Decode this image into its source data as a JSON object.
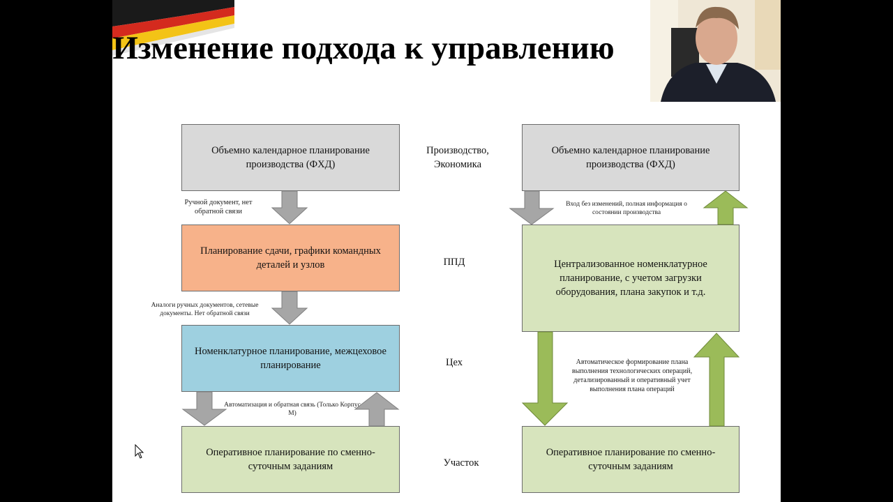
{
  "slide": {
    "title": "Изменение подхода к управлению",
    "left_column": {
      "box1": "Объемно календарное планирование производства (ФХД)",
      "box2": "Планирование сдачи, графики командных деталей и узлов",
      "box3": "Номенклатурное планирование, межцеховое планирование",
      "box4": "Оперативное планирование по сменно-суточным заданиям",
      "note1": "Ручной документ, нет обратной связи",
      "note2": "Аналоги ручных документов, сетевые документы. Нет обратной связи",
      "note3": "Автоматизация и обратная связь (Только Корпус М)"
    },
    "levels": {
      "level1": "Производство, Экономика",
      "level2": "ППД",
      "level3": "Цех",
      "level4": "Участок"
    },
    "right_column": {
      "box1": "Объемно календарное планирование производства (ФХД)",
      "box2": "Централизованное номенклатурное планирование, с учетом загрузки оборудования, плана закупок и т.д.",
      "box3": "Оперативное планирование по сменно-суточным заданиям",
      "note1": "Вход без изменений, полная информация о состоянии производства",
      "note2": "Автоматическое формирование плана выполнения технологических операций, детализированный и оперативный учет выполнения плана операций"
    }
  },
  "colors": {
    "gray_box": "#d9d9d9",
    "orange_box": "#f7b28a",
    "blue_box": "#9ed0e0",
    "green_box": "#d7e4bd",
    "gray_arrow": "#a6a6a6",
    "green_arrow": "#9bbb59"
  },
  "icons": {
    "flag": "german-flag-icon",
    "cursor": "mouse-cursor-icon",
    "webcam": "presenter-webcam-overlay"
  }
}
